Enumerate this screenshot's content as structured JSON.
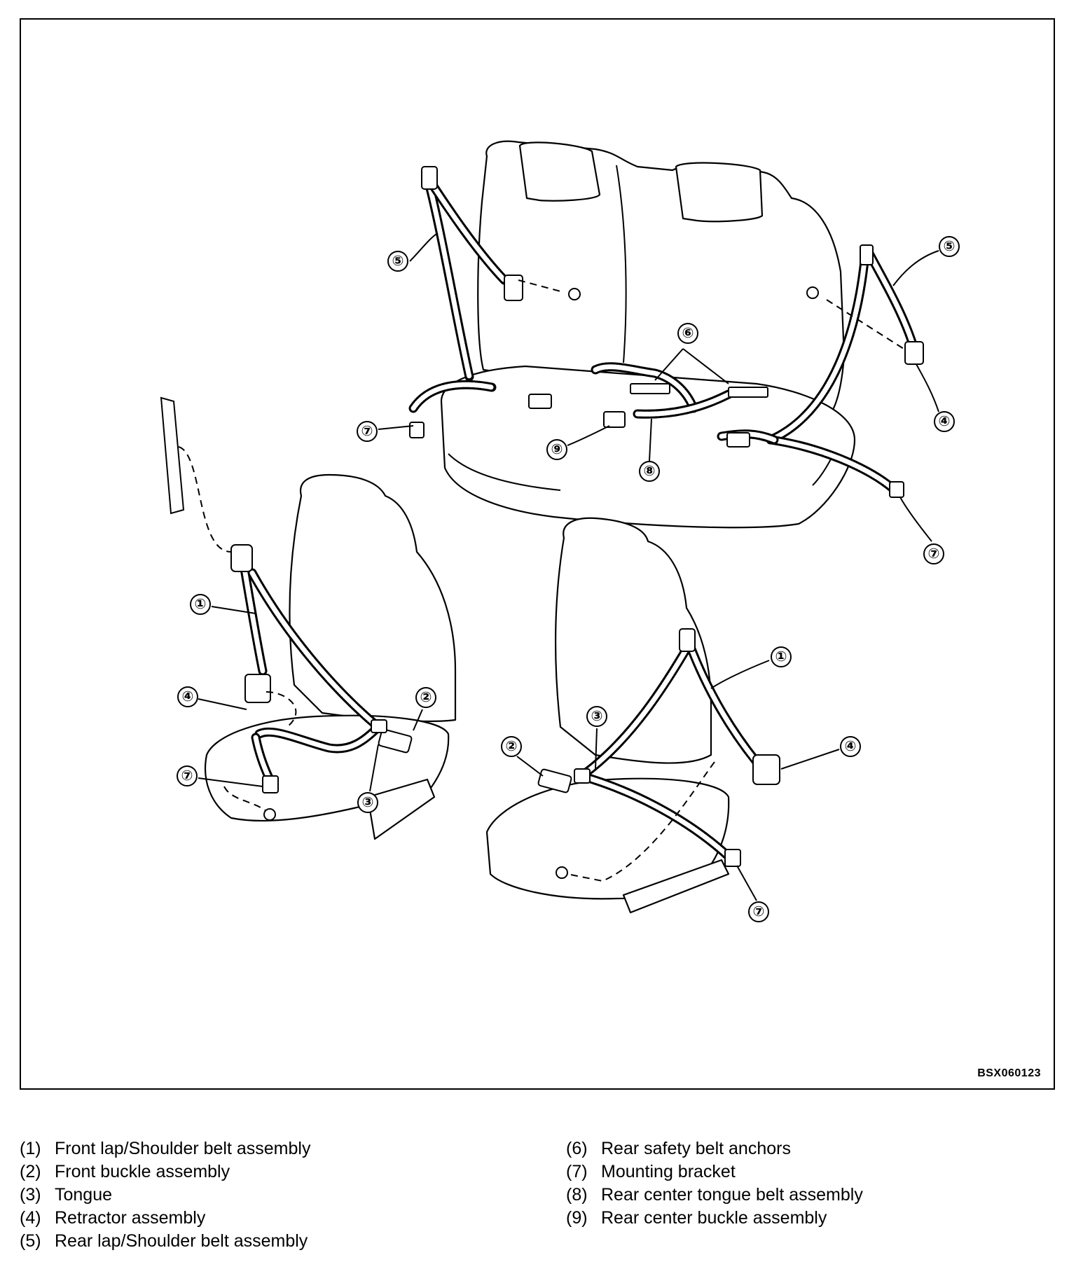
{
  "figure_code": "BSX060123",
  "callouts": {
    "c1": "①",
    "c2": "②",
    "c3": "③",
    "c4": "④",
    "c5": "⑤",
    "c6": "⑥",
    "c7": "⑦",
    "c8": "⑧",
    "c9": "⑨"
  },
  "legend": {
    "left": [
      {
        "num": "(1)",
        "label": "Front lap/Shoulder belt assembly"
      },
      {
        "num": "(2)",
        "label": "Front buckle assembly"
      },
      {
        "num": "(3)",
        "label": "Tongue"
      },
      {
        "num": "(4)",
        "label": "Retractor assembly"
      },
      {
        "num": "(5)",
        "label": "Rear lap/Shoulder belt assembly"
      }
    ],
    "right": [
      {
        "num": "(6)",
        "label": "Rear safety belt anchors"
      },
      {
        "num": "(7)",
        "label": "Mounting bracket"
      },
      {
        "num": "(8)",
        "label": "Rear center tongue belt assembly"
      },
      {
        "num": "(9)",
        "label": "Rear center buckle assembly"
      }
    ]
  }
}
